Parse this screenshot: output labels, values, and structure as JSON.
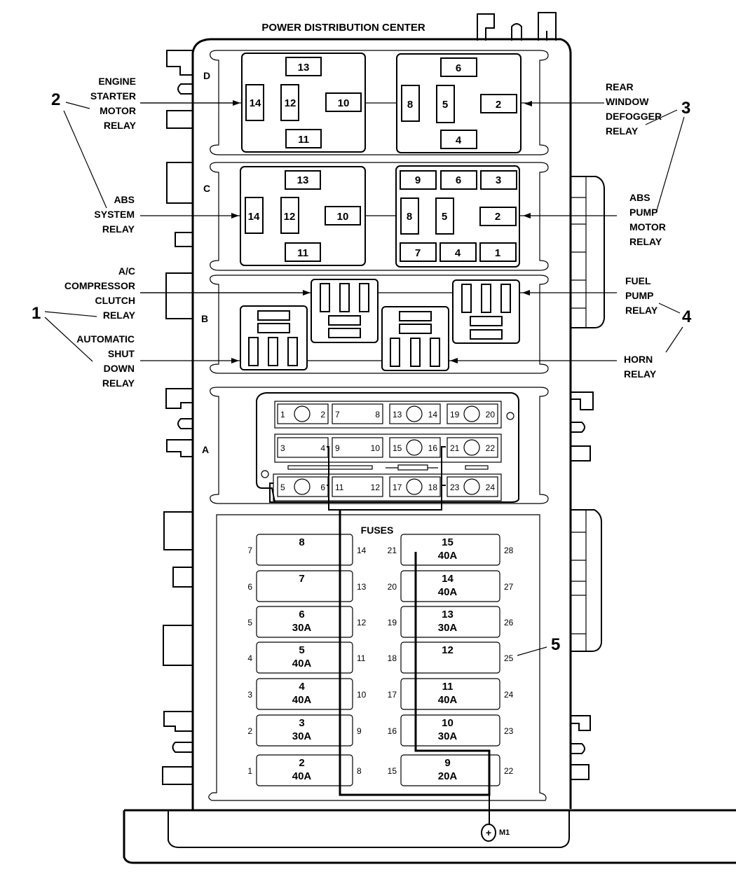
{
  "title": "POWER DISTRIBUTION CENTER",
  "sections": [
    {
      "id": "D",
      "label": "D"
    },
    {
      "id": "C",
      "label": "C"
    },
    {
      "id": "B",
      "label": "B"
    },
    {
      "id": "A",
      "label": "A"
    }
  ],
  "relay_blocks": {
    "D_left": {
      "slots": [
        "13",
        "14",
        "12",
        "10",
        "11"
      ]
    },
    "D_right": {
      "slots": [
        "6",
        "8",
        "5",
        "2",
        "4"
      ]
    },
    "C_left": {
      "slots": [
        "13",
        "14",
        "12",
        "10",
        "11"
      ]
    },
    "C_right": {
      "slots": [
        "9",
        "6",
        "3",
        "8",
        "5",
        "2",
        "7",
        "4",
        "1"
      ]
    }
  },
  "callouts": {
    "left": [
      {
        "number": "2",
        "labels": [
          [
            "ENGINE",
            "STARTER",
            "MOTOR",
            "RELAY"
          ],
          [
            "ABS",
            "SYSTEM",
            "RELAY"
          ]
        ]
      },
      {
        "number": "1",
        "labels": [
          [
            "A/C",
            "COMPRESSOR",
            "CLUTCH",
            "RELAY"
          ],
          [
            "AUTOMATIC",
            "SHUT",
            "DOWN",
            "RELAY"
          ]
        ]
      }
    ],
    "right": [
      {
        "number": "3",
        "labels": [
          [
            "REAR",
            "WINDOW",
            "DEFOGGER",
            "RELAY"
          ],
          [
            "ABS",
            "PUMP",
            "MOTOR",
            "RELAY"
          ]
        ]
      },
      {
        "number": "4",
        "labels": [
          [
            "FUEL",
            "PUMP",
            "RELAY"
          ],
          [
            "HORN",
            "RELAY"
          ]
        ]
      },
      {
        "number": "5"
      }
    ]
  },
  "section_a_cavities": [
    [
      {
        "l": "1",
        "r": "2",
        "circle": true
      },
      {
        "l": "7",
        "r": "8",
        "circle": false
      },
      {
        "l": "13",
        "r": "14",
        "circle": true
      },
      {
        "l": "19",
        "r": "20",
        "circle": true
      }
    ],
    [
      {
        "l": "3",
        "r": "4",
        "circle": false
      },
      {
        "l": "9",
        "r": "10",
        "circle": false
      },
      {
        "l": "15",
        "r": "16",
        "circle": true
      },
      {
        "l": "21",
        "r": "22",
        "circle": true
      }
    ],
    [
      {
        "l": "5",
        "r": "6",
        "circle": true
      },
      {
        "l": "11",
        "r": "12",
        "circle": false
      },
      {
        "l": "17",
        "r": "18",
        "circle": true
      },
      {
        "l": "23",
        "r": "24",
        "circle": true
      }
    ]
  ],
  "fuses": {
    "heading": "FUSES",
    "left": [
      {
        "number": "8",
        "rating": "",
        "pin_l": "7",
        "pin_r": "14"
      },
      {
        "number": "7",
        "rating": "",
        "pin_l": "6",
        "pin_r": "13"
      },
      {
        "number": "6",
        "rating": "30A",
        "pin_l": "5",
        "pin_r": "12"
      },
      {
        "number": "5",
        "rating": "40A",
        "pin_l": "4",
        "pin_r": "11"
      },
      {
        "number": "4",
        "rating": "40A",
        "pin_l": "3",
        "pin_r": "10"
      },
      {
        "number": "3",
        "rating": "30A",
        "pin_l": "2",
        "pin_r": "9"
      },
      {
        "number": "2",
        "rating": "40A",
        "pin_l": "1",
        "pin_r": "8"
      }
    ],
    "right": [
      {
        "number": "15",
        "rating": "40A",
        "pin_l": "21",
        "pin_r": "28"
      },
      {
        "number": "14",
        "rating": "40A",
        "pin_l": "20",
        "pin_r": "27"
      },
      {
        "number": "13",
        "rating": "30A",
        "pin_l": "19",
        "pin_r": "26"
      },
      {
        "number": "12",
        "rating": "",
        "pin_l": "18",
        "pin_r": "25"
      },
      {
        "number": "11",
        "rating": "40A",
        "pin_l": "17",
        "pin_r": "24"
      },
      {
        "number": "10",
        "rating": "30A",
        "pin_l": "16",
        "pin_r": "23"
      },
      {
        "number": "9",
        "rating": "20A",
        "pin_l": "15",
        "pin_r": "22"
      }
    ]
  },
  "ground": {
    "label": "M1",
    "symbol": "+"
  }
}
